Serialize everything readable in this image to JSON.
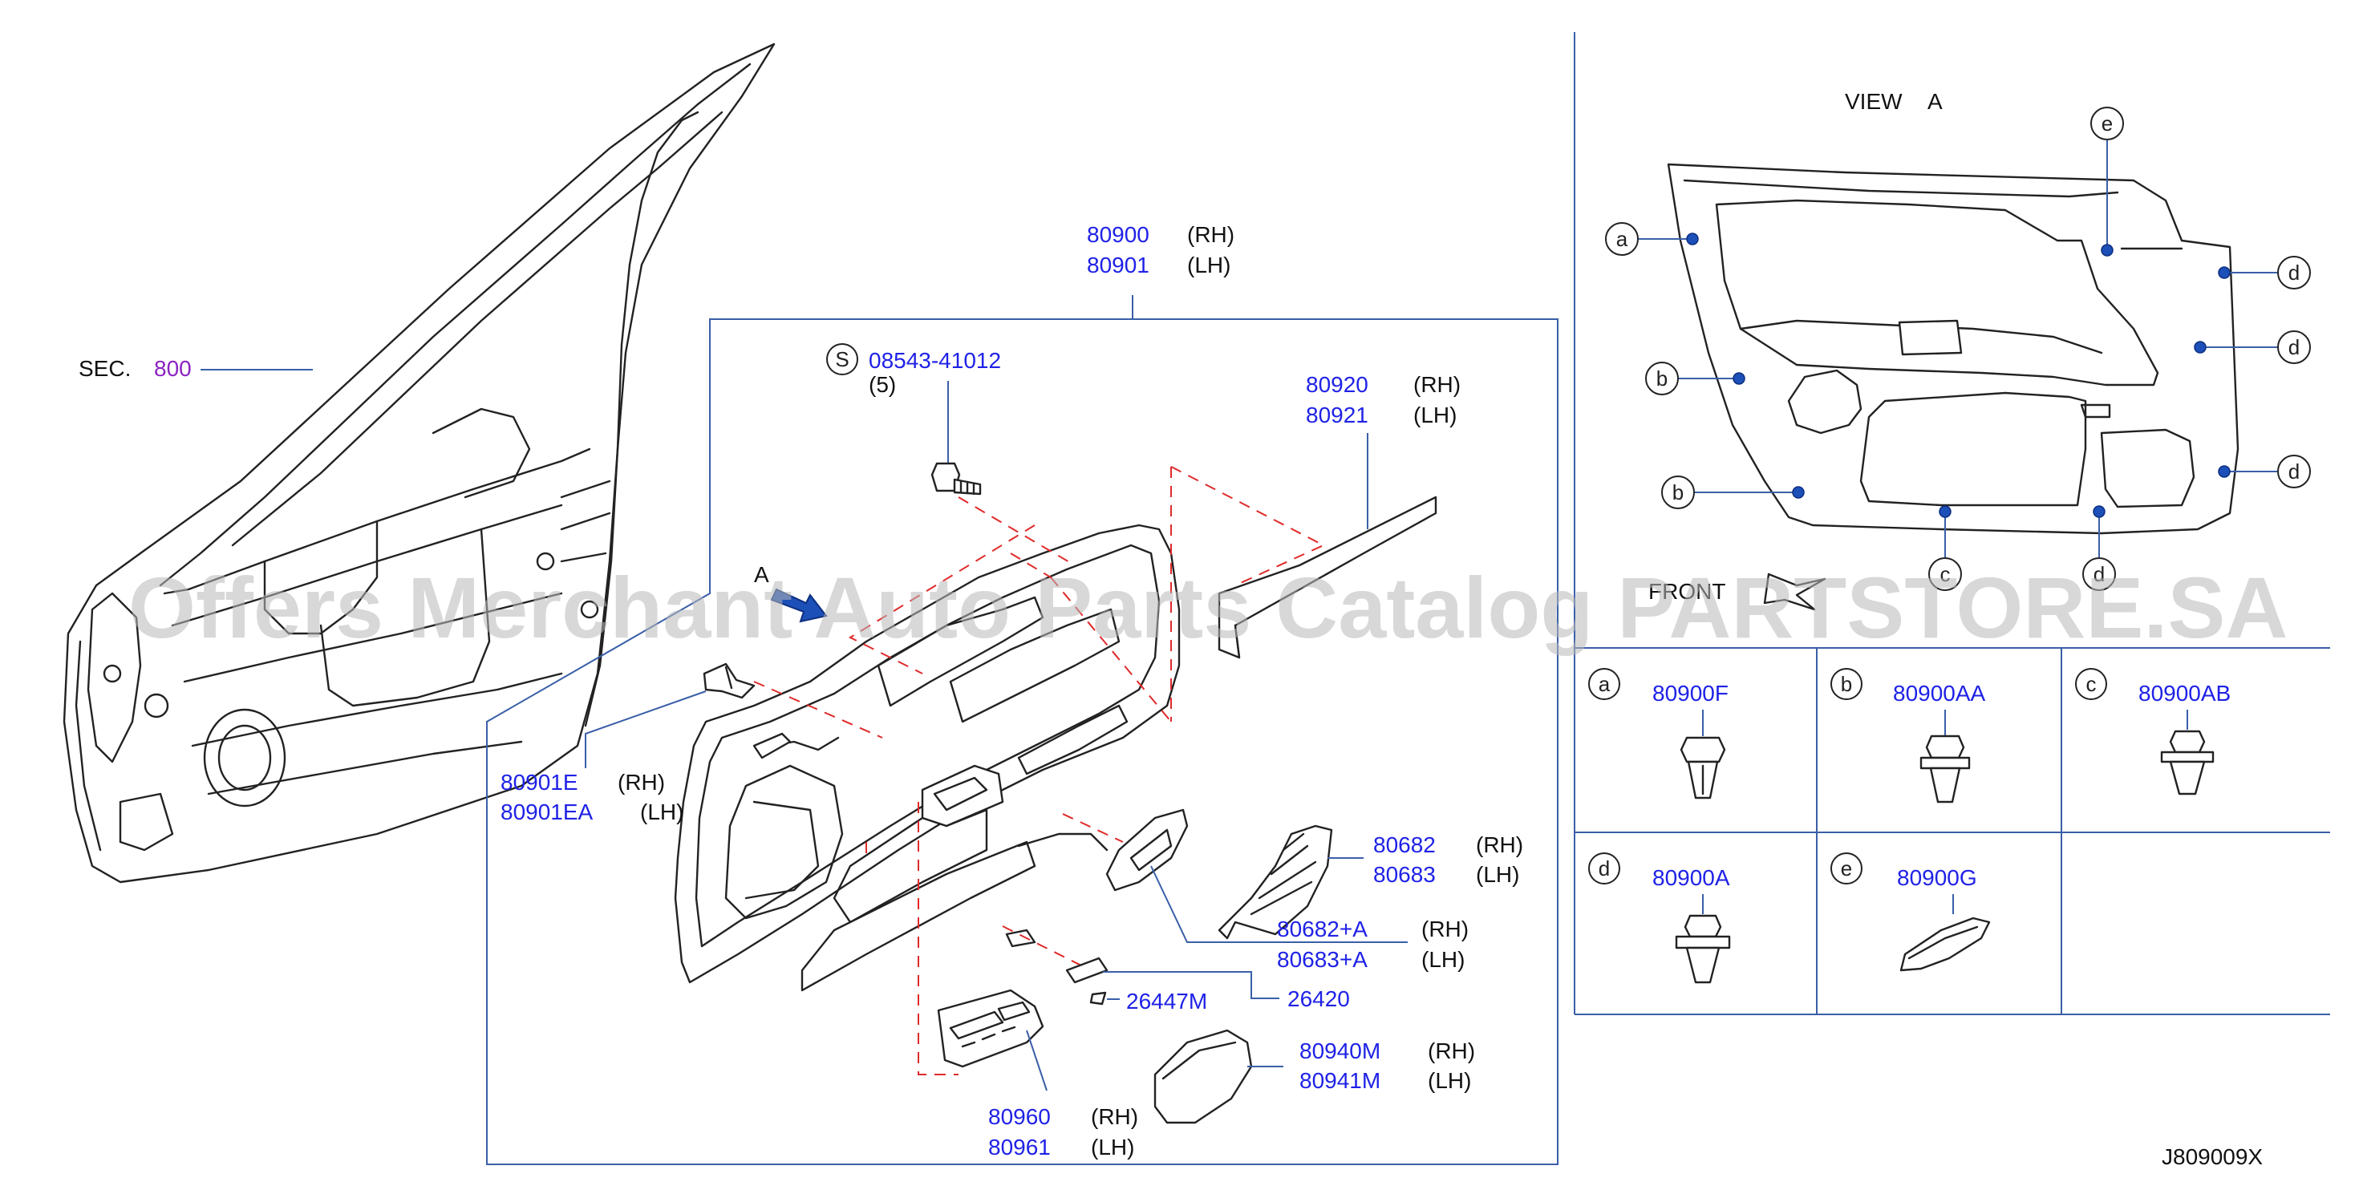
{
  "sec_label": "SEC.",
  "sec_num": "800",
  "view_label": "VIEW",
  "view_letter": "A",
  "arrow_letter": "A",
  "front_label": "FRONT",
  "diagram_code": "J809009X",
  "watermark": "Offers Merchant Auto Parts Catalog PARTSTORE.SA",
  "parts": {
    "p80900": "80900",
    "p80900_side": "(RH)",
    "p80901": "80901",
    "p80901_side": "(LH)",
    "screw_sym": "S",
    "screw": "08543-41012",
    "screw_qty": "(5)",
    "p80920": "80920",
    "p80920_side": "(RH)",
    "p80921": "80921",
    "p80921_side": "(LH)",
    "p80901E": "80901E",
    "p80901E_side": "(RH)",
    "p80901EA": "80901EA",
    "p80901EA_side": "(LH)",
    "p80682": "80682",
    "p80682_side": "(RH)",
    "p80683": "80683",
    "p80683_side": "(LH)",
    "p80682A": "80682+A",
    "p80682A_side": "(RH)",
    "p80683A": "80683+A",
    "p80683A_side": "(LH)",
    "p26447M": "26447M",
    "p26420": "26420",
    "p80940M": "80940M",
    "p80940M_side": "(RH)",
    "p80941M": "80941M",
    "p80941M_side": "(LH)",
    "p80960": "80960",
    "p80960_side": "(RH)",
    "p80961": "80961",
    "p80961_side": "(LH)"
  },
  "callouts": [
    "a",
    "b",
    "b",
    "c",
    "d",
    "d",
    "d",
    "d",
    "e"
  ],
  "clips": [
    {
      "letter": "a",
      "part": "80900F"
    },
    {
      "letter": "b",
      "part": "80900AA"
    },
    {
      "letter": "c",
      "part": "80900AB"
    },
    {
      "letter": "d",
      "part": "80900A"
    },
    {
      "letter": "e",
      "part": "80900G"
    }
  ]
}
